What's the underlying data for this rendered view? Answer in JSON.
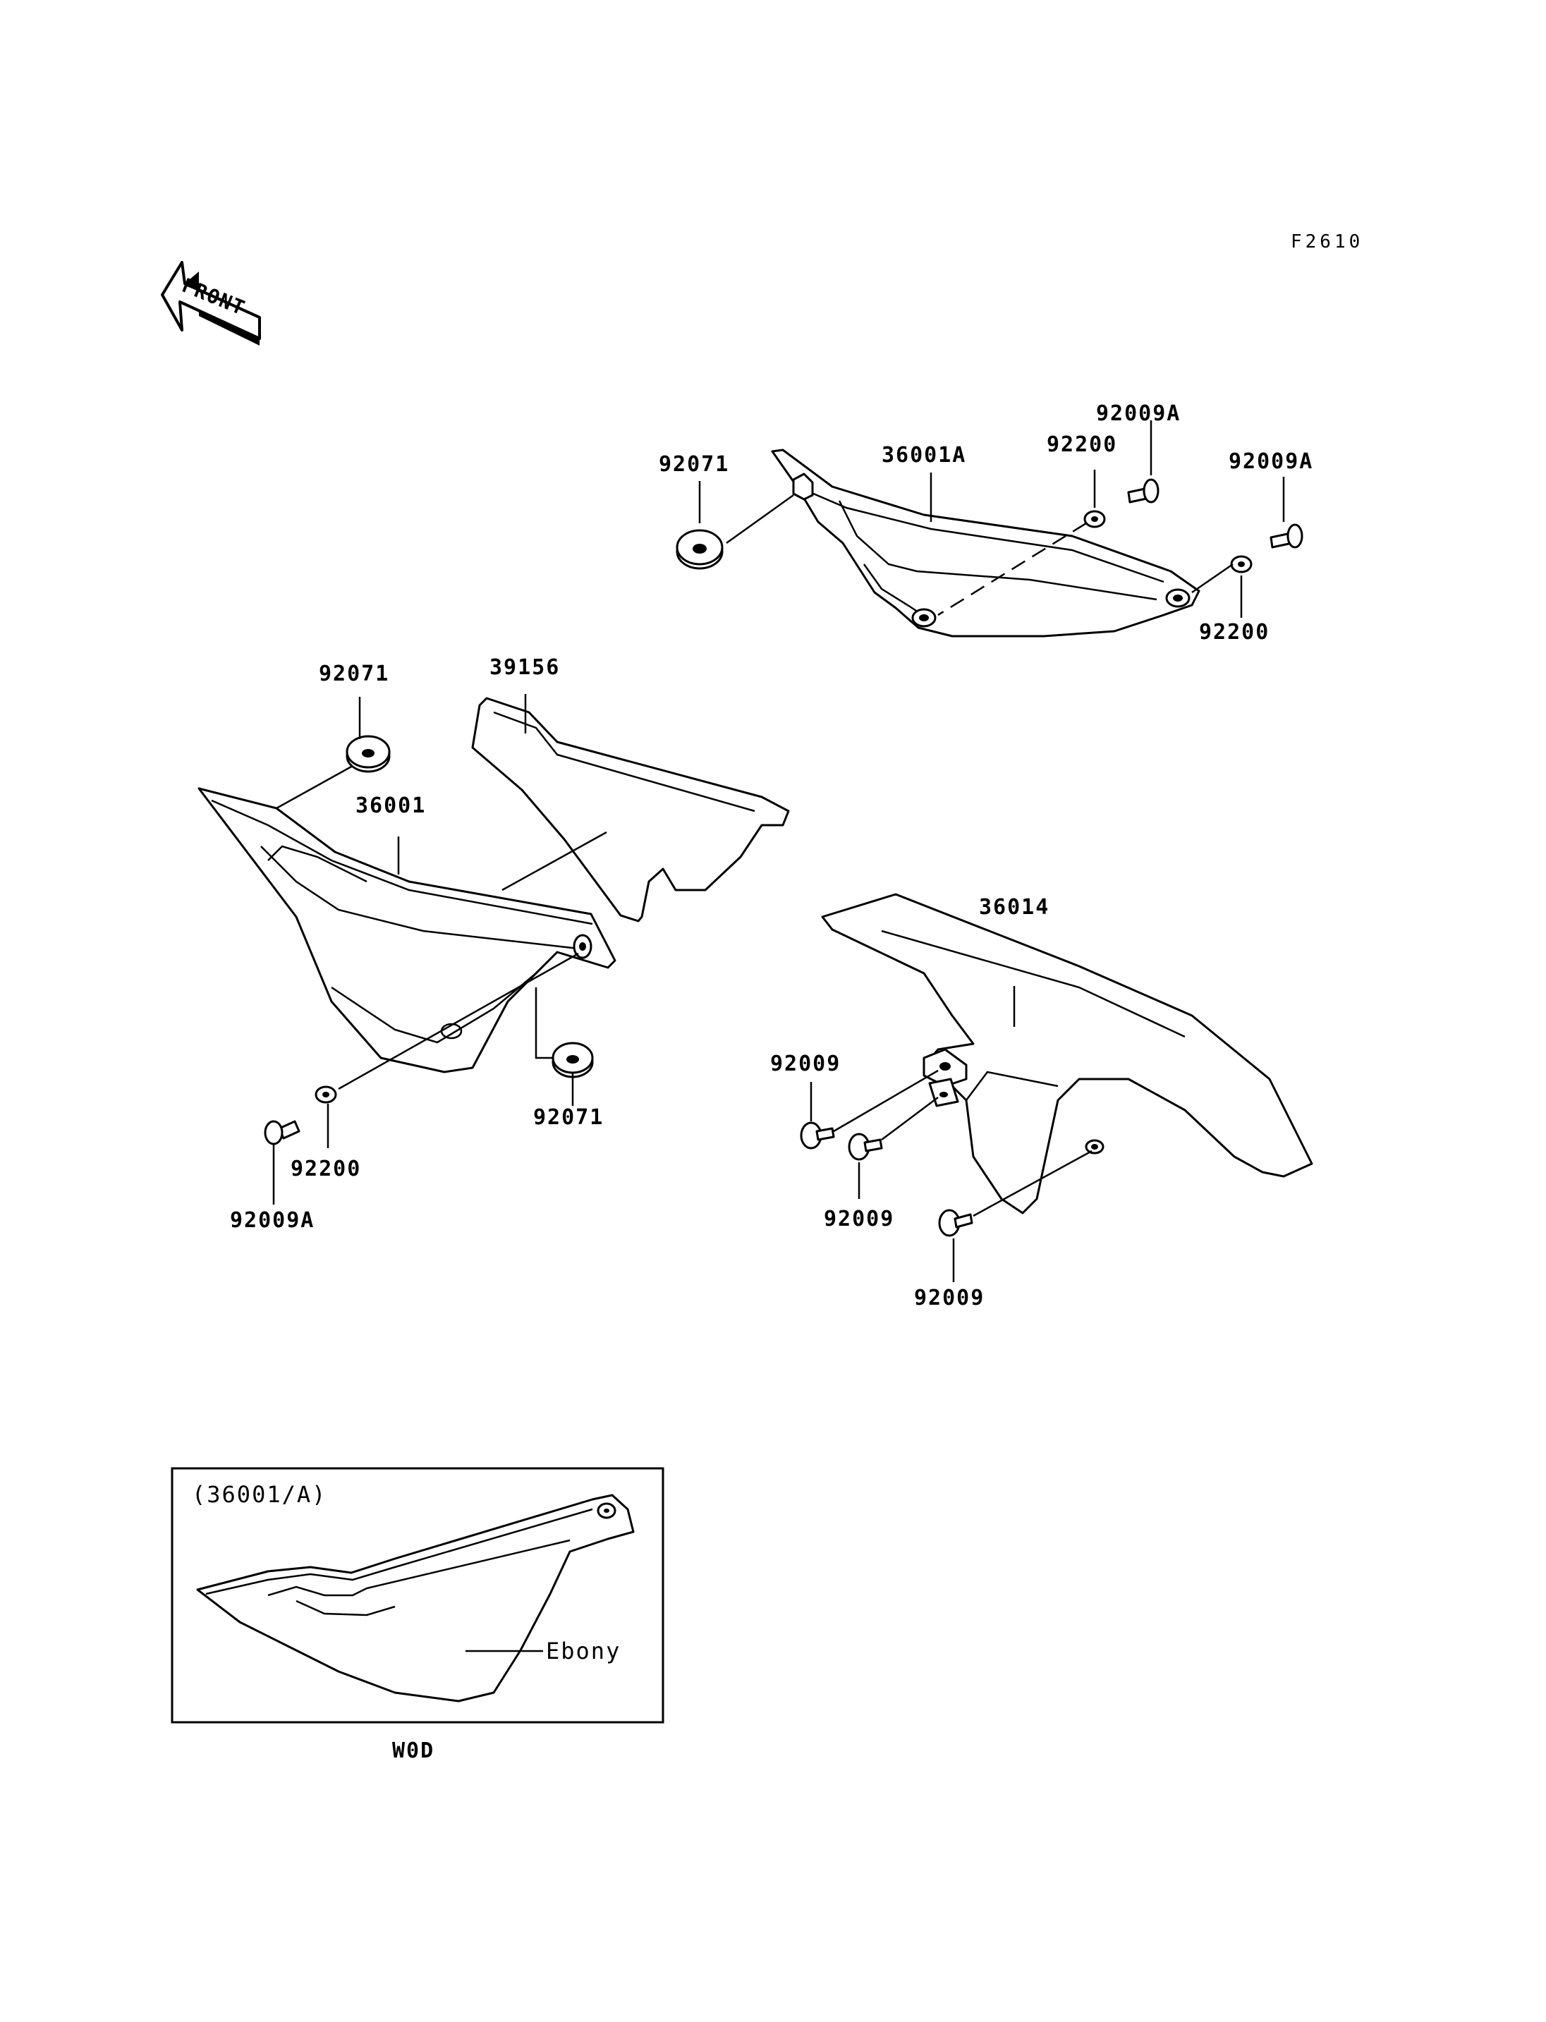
{
  "figure_code": "F2610",
  "front_marker": "FRONT",
  "callouts": {
    "c92071_top": "92071",
    "c36001A": "36001A",
    "c92200_top": "92200",
    "c92009A_top1": "92009A",
    "c92009A_top2": "92009A",
    "c92200_right": "92200",
    "c92071_left": "92071",
    "c39156": "39156",
    "c36001": "36001",
    "c92071_lower": "92071",
    "c92200_lower": "92200",
    "c92009A_lower": "92009A",
    "c36014": "36014",
    "c92009_1": "92009",
    "c92009_2": "92009",
    "c92009_3": "92009"
  },
  "inset": {
    "title": "(36001/A)",
    "color_label": "Ebony",
    "caption": "W0D"
  }
}
